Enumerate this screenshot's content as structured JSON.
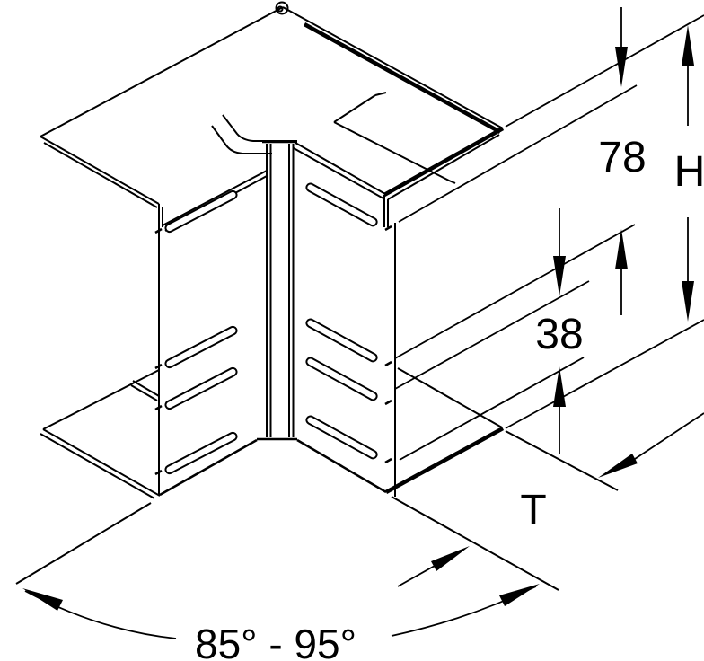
{
  "colors": {
    "line": "#000000",
    "background": "#ffffff"
  },
  "labels": {
    "dim_78": "78",
    "dim_h": "H",
    "dim_38": "38",
    "dim_t": "T",
    "angle_range": "85° - 95°"
  }
}
